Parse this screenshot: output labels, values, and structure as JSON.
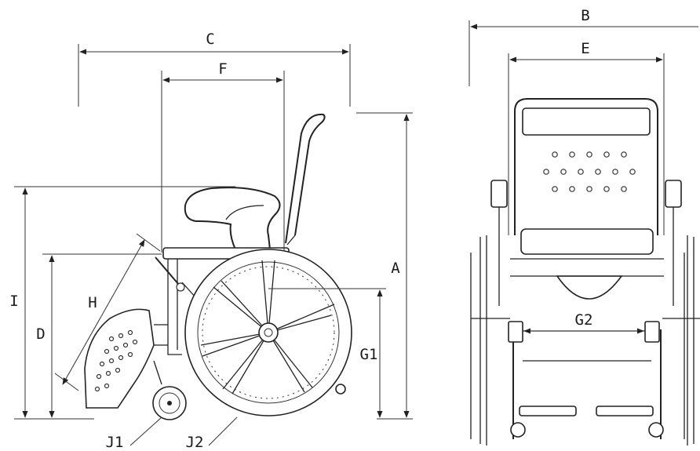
{
  "labels": {
    "A": "A",
    "B": "B",
    "C": "C",
    "D": "D",
    "E": "E",
    "F": "F",
    "G1": "G1",
    "G2": "G2",
    "H": "H",
    "I": "I",
    "J1": "J1",
    "J2": "J2"
  }
}
